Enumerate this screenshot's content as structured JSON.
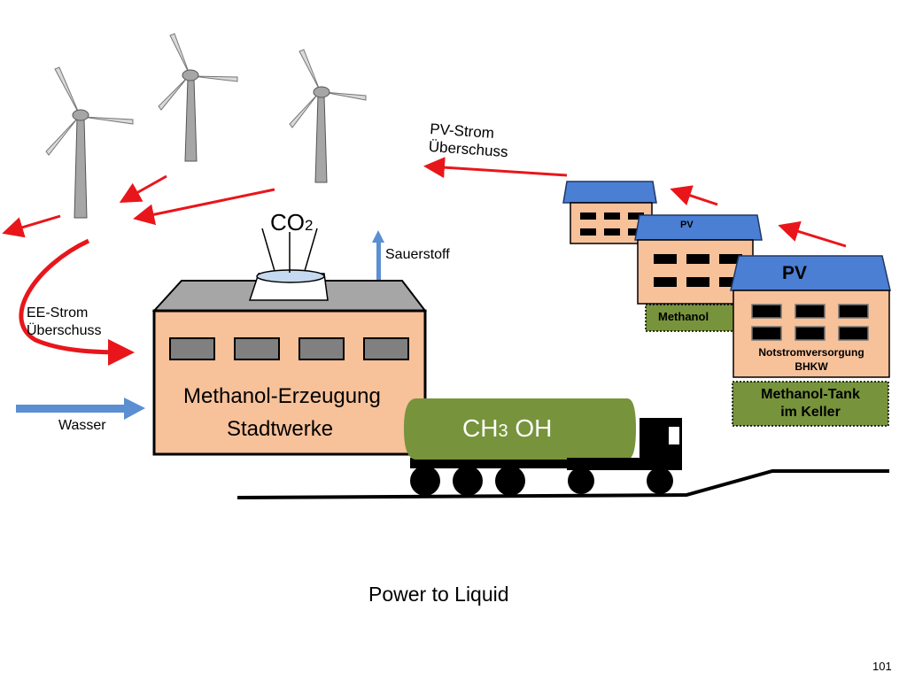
{
  "labels": {
    "pv_strom_line1": "PV-Strom",
    "pv_strom_line2": "Überschuss",
    "co2_main": "CO",
    "co2_sub": "2",
    "sauerstoff": "Sauerstoff",
    "ee_strom_line1": "EE-Strom",
    "ee_strom_line2": "Überschuss",
    "wasser": "Wasser",
    "plant_line1": "Methanol-Erzeugung",
    "plant_line2": "Stadtwerke",
    "truck_ch": "CH",
    "truck_sub": "3",
    "truck_oh": " OH",
    "house_small_pv": "PV",
    "house_mid_methanol": "Methanol",
    "house_big_pv": "PV",
    "house_big_line1": "Notstromversorgung",
    "house_big_line2": "BHKW",
    "tank_line1": "Methanol-Tank",
    "tank_line2": "im Keller",
    "caption": "Power to Liquid",
    "page_number": "101"
  },
  "colors": {
    "arrow_red": "#e8161b",
    "arrow_blue": "#5b8fd1",
    "building_fill": "#f7c19a",
    "roof_blue": "#4a7fd4",
    "tank_green": "#77933c",
    "truck_black": "#000000",
    "turbine_gray": "#a6a6a6"
  }
}
